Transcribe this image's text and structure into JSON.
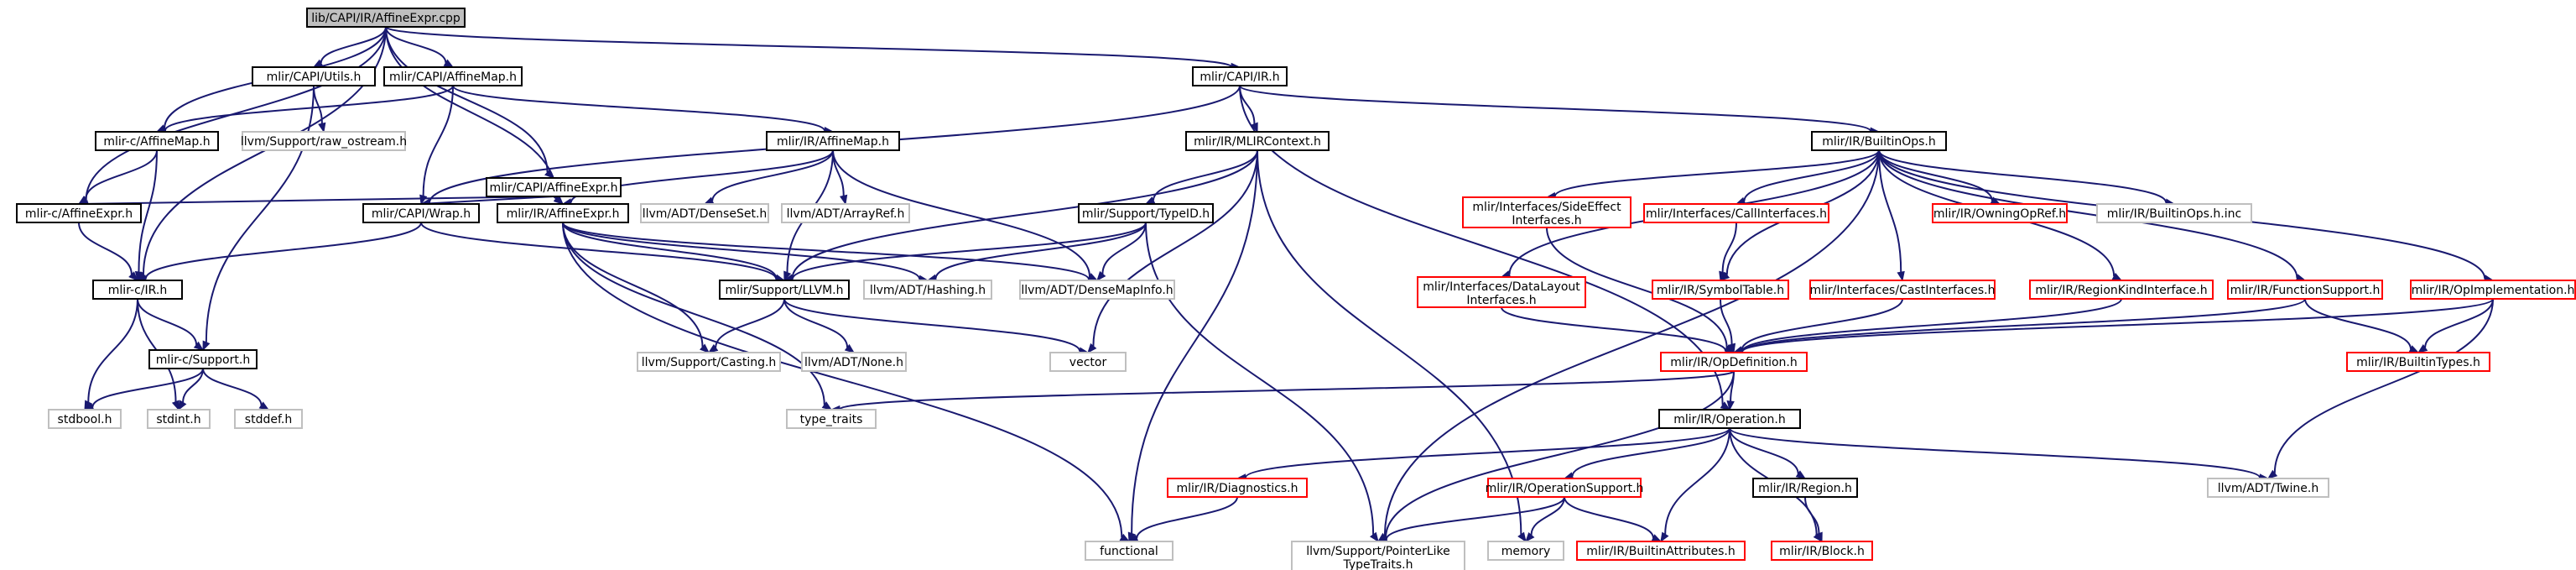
{
  "graph": {
    "colors": {
      "edge": "#191970",
      "root_fill": "#bfbfbf",
      "documented_border": "#000000",
      "red_border": "#ff0000",
      "external_border": "#bfbfbf"
    },
    "nodes": [
      {
        "id": "affineexpr_cpp",
        "label": [
          "lib/CAPI/IR/AffineExpr.cpp"
        ],
        "kind": "root"
      },
      {
        "id": "capi_utils",
        "label": [
          "mlir/CAPI/Utils.h"
        ],
        "kind": "black"
      },
      {
        "id": "capi_affinemap",
        "label": [
          "mlir/CAPI/AffineMap.h"
        ],
        "kind": "black"
      },
      {
        "id": "capi_ir",
        "label": [
          "mlir/CAPI/IR.h"
        ],
        "kind": "black"
      },
      {
        "id": "mlirc_affinemap",
        "label": [
          "mlir-c/AffineMap.h"
        ],
        "kind": "black"
      },
      {
        "id": "raw_ostream",
        "label": [
          "llvm/Support/raw_ostream.h"
        ],
        "kind": "grey"
      },
      {
        "id": "ir_affinemap",
        "label": [
          "mlir/IR/AffineMap.h"
        ],
        "kind": "black"
      },
      {
        "id": "ir_mlircontext",
        "label": [
          "mlir/IR/MLIRContext.h"
        ],
        "kind": "black"
      },
      {
        "id": "ir_builtinops",
        "label": [
          "mlir/IR/BuiltinOps.h"
        ],
        "kind": "black"
      },
      {
        "id": "capi_affineexpr",
        "label": [
          "mlir/CAPI/AffineExpr.h"
        ],
        "kind": "black"
      },
      {
        "id": "mlirc_affineexpr",
        "label": [
          "mlir-c/AffineExpr.h"
        ],
        "kind": "black"
      },
      {
        "id": "capi_wrap",
        "label": [
          "mlir/CAPI/Wrap.h"
        ],
        "kind": "black"
      },
      {
        "id": "ir_affineexpr",
        "label": [
          "mlir/IR/AffineExpr.h"
        ],
        "kind": "black"
      },
      {
        "id": "denseset",
        "label": [
          "llvm/ADT/DenseSet.h"
        ],
        "kind": "grey"
      },
      {
        "id": "arrayref",
        "label": [
          "llvm/ADT/ArrayRef.h"
        ],
        "kind": "grey"
      },
      {
        "id": "typeid",
        "label": [
          "mlir/Support/TypeID.h"
        ],
        "kind": "black"
      },
      {
        "id": "sideeffect",
        "label": [
          "mlir/Interfaces/SideEffect",
          "Interfaces.h"
        ],
        "kind": "red"
      },
      {
        "id": "callinterfaces",
        "label": [
          "mlir/Interfaces/CallInterfaces.h"
        ],
        "kind": "red"
      },
      {
        "id": "owningopref",
        "label": [
          "mlir/IR/OwningOpRef.h"
        ],
        "kind": "red"
      },
      {
        "id": "builtinops_inc",
        "label": [
          "mlir/IR/BuiltinOps.h.inc"
        ],
        "kind": "grey"
      },
      {
        "id": "mlirc_ir",
        "label": [
          "mlir-c/IR.h"
        ],
        "kind": "black"
      },
      {
        "id": "support_llvm",
        "label": [
          "mlir/Support/LLVM.h"
        ],
        "kind": "black"
      },
      {
        "id": "hashing",
        "label": [
          "llvm/ADT/Hashing.h"
        ],
        "kind": "grey"
      },
      {
        "id": "densemapinfo",
        "label": [
          "llvm/ADT/DenseMapInfo.h"
        ],
        "kind": "grey"
      },
      {
        "id": "datalayout",
        "label": [
          "mlir/Interfaces/DataLayout",
          "Interfaces.h"
        ],
        "kind": "red"
      },
      {
        "id": "symboltable",
        "label": [
          "mlir/IR/SymbolTable.h"
        ],
        "kind": "red"
      },
      {
        "id": "castinterfaces",
        "label": [
          "mlir/Interfaces/CastInterfaces.h"
        ],
        "kind": "red"
      },
      {
        "id": "regionkind",
        "label": [
          "mlir/IR/RegionKindInterface.h"
        ],
        "kind": "red"
      },
      {
        "id": "functionsupport",
        "label": [
          "mlir/IR/FunctionSupport.h"
        ],
        "kind": "red"
      },
      {
        "id": "opimplementation",
        "label": [
          "mlir/IR/OpImplementation.h"
        ],
        "kind": "red"
      },
      {
        "id": "mlirc_support",
        "label": [
          "mlir-c/Support.h"
        ],
        "kind": "black"
      },
      {
        "id": "casting",
        "label": [
          "llvm/Support/Casting.h"
        ],
        "kind": "grey"
      },
      {
        "id": "none",
        "label": [
          "llvm/ADT/None.h"
        ],
        "kind": "grey"
      },
      {
        "id": "vector",
        "label": [
          "vector"
        ],
        "kind": "grey"
      },
      {
        "id": "opdefinition",
        "label": [
          "mlir/IR/OpDefinition.h"
        ],
        "kind": "red"
      },
      {
        "id": "builtintypes",
        "label": [
          "mlir/IR/BuiltinTypes.h"
        ],
        "kind": "red"
      },
      {
        "id": "stdbool",
        "label": [
          "stdbool.h"
        ],
        "kind": "grey"
      },
      {
        "id": "stdint",
        "label": [
          "stdint.h"
        ],
        "kind": "grey"
      },
      {
        "id": "stddef",
        "label": [
          "stddef.h"
        ],
        "kind": "grey"
      },
      {
        "id": "type_traits",
        "label": [
          "type_traits"
        ],
        "kind": "grey"
      },
      {
        "id": "operation",
        "label": [
          "mlir/IR/Operation.h"
        ],
        "kind": "black"
      },
      {
        "id": "diagnostics",
        "label": [
          "mlir/IR/Diagnostics.h"
        ],
        "kind": "red"
      },
      {
        "id": "operationsupport",
        "label": [
          "mlir/IR/OperationSupport.h"
        ],
        "kind": "red"
      },
      {
        "id": "region",
        "label": [
          "mlir/IR/Region.h"
        ],
        "kind": "black"
      },
      {
        "id": "twine",
        "label": [
          "llvm/ADT/Twine.h"
        ],
        "kind": "grey"
      },
      {
        "id": "functional",
        "label": [
          "functional"
        ],
        "kind": "grey"
      },
      {
        "id": "pointerlike",
        "label": [
          "llvm/Support/PointerLike",
          "TypeTraits.h"
        ],
        "kind": "grey"
      },
      {
        "id": "memory",
        "label": [
          "memory"
        ],
        "kind": "grey"
      },
      {
        "id": "builtinattributes",
        "label": [
          "mlir/IR/BuiltinAttributes.h"
        ],
        "kind": "red"
      },
      {
        "id": "block",
        "label": [
          "mlir/IR/Block.h"
        ],
        "kind": "red"
      }
    ],
    "edges": [
      [
        "affineexpr_cpp",
        "capi_utils"
      ],
      [
        "affineexpr_cpp",
        "capi_affinemap"
      ],
      [
        "affineexpr_cpp",
        "capi_ir"
      ],
      [
        "affineexpr_cpp",
        "mlirc_affinemap"
      ],
      [
        "affineexpr_cpp",
        "capi_affineexpr"
      ],
      [
        "affineexpr_cpp",
        "mlirc_affineexpr"
      ],
      [
        "affineexpr_cpp",
        "ir_affineexpr"
      ],
      [
        "affineexpr_cpp",
        "mlirc_ir"
      ],
      [
        "capi_utils",
        "raw_ostream"
      ],
      [
        "capi_utils",
        "mlirc_support"
      ],
      [
        "capi_affinemap",
        "mlirc_affinemap"
      ],
      [
        "capi_affinemap",
        "ir_affinemap"
      ],
      [
        "capi_affinemap",
        "capi_wrap"
      ],
      [
        "capi_ir",
        "ir_mlircontext"
      ],
      [
        "capi_ir",
        "ir_builtinops"
      ],
      [
        "capi_ir",
        "capi_wrap"
      ],
      [
        "capi_ir",
        "operation"
      ],
      [
        "mlirc_affinemap",
        "mlirc_affineexpr"
      ],
      [
        "mlirc_affinemap",
        "mlirc_ir"
      ],
      [
        "ir_affinemap",
        "ir_affineexpr"
      ],
      [
        "ir_affinemap",
        "denseset"
      ],
      [
        "ir_affinemap",
        "arrayref"
      ],
      [
        "ir_affinemap",
        "densemapinfo"
      ],
      [
        "ir_affinemap",
        "support_llvm"
      ],
      [
        "ir_mlircontext",
        "typeid"
      ],
      [
        "ir_mlircontext",
        "support_llvm"
      ],
      [
        "ir_mlircontext",
        "vector"
      ],
      [
        "ir_mlircontext",
        "functional"
      ],
      [
        "ir_mlircontext",
        "memory"
      ],
      [
        "ir_builtinops",
        "sideeffect"
      ],
      [
        "ir_builtinops",
        "callinterfaces"
      ],
      [
        "ir_builtinops",
        "owningopref"
      ],
      [
        "ir_builtinops",
        "builtinops_inc"
      ],
      [
        "ir_builtinops",
        "datalayout"
      ],
      [
        "ir_builtinops",
        "symboltable"
      ],
      [
        "ir_builtinops",
        "castinterfaces"
      ],
      [
        "ir_builtinops",
        "regionkind"
      ],
      [
        "ir_builtinops",
        "functionsupport"
      ],
      [
        "ir_builtinops",
        "opimplementation"
      ],
      [
        "ir_builtinops",
        "pointerlike"
      ],
      [
        "capi_affineexpr",
        "mlirc_affineexpr"
      ],
      [
        "capi_affineexpr",
        "capi_wrap"
      ],
      [
        "capi_affineexpr",
        "ir_affineexpr"
      ],
      [
        "mlirc_affineexpr",
        "mlirc_ir"
      ],
      [
        "capi_wrap",
        "mlirc_ir"
      ],
      [
        "capi_wrap",
        "support_llvm"
      ],
      [
        "ir_affineexpr",
        "support_llvm"
      ],
      [
        "ir_affineexpr",
        "hashing"
      ],
      [
        "ir_affineexpr",
        "densemapinfo"
      ],
      [
        "ir_affineexpr",
        "casting"
      ],
      [
        "ir_affineexpr",
        "type_traits"
      ],
      [
        "ir_affineexpr",
        "functional"
      ],
      [
        "typeid",
        "support_llvm"
      ],
      [
        "typeid",
        "hashing"
      ],
      [
        "typeid",
        "densemapinfo"
      ],
      [
        "typeid",
        "pointerlike"
      ],
      [
        "sideeffect",
        "opdefinition"
      ],
      [
        "callinterfaces",
        "symboltable"
      ],
      [
        "mlirc_ir",
        "mlirc_support"
      ],
      [
        "mlirc_ir",
        "stdbool"
      ],
      [
        "mlirc_ir",
        "stdint"
      ],
      [
        "support_llvm",
        "casting"
      ],
      [
        "support_llvm",
        "none"
      ],
      [
        "support_llvm",
        "vector"
      ],
      [
        "datalayout",
        "opdefinition"
      ],
      [
        "symboltable",
        "opdefinition"
      ],
      [
        "castinterfaces",
        "opdefinition"
      ],
      [
        "regionkind",
        "opdefinition"
      ],
      [
        "functionsupport",
        "opdefinition"
      ],
      [
        "functionsupport",
        "builtintypes"
      ],
      [
        "opimplementation",
        "opdefinition"
      ],
      [
        "opimplementation",
        "builtintypes"
      ],
      [
        "opimplementation",
        "twine"
      ],
      [
        "mlirc_support",
        "stdbool"
      ],
      [
        "mlirc_support",
        "stdint"
      ],
      [
        "mlirc_support",
        "stddef"
      ],
      [
        "opdefinition",
        "type_traits"
      ],
      [
        "opdefinition",
        "operation"
      ],
      [
        "opdefinition",
        "pointerlike"
      ],
      [
        "operation",
        "diagnostics"
      ],
      [
        "operation",
        "operationsupport"
      ],
      [
        "operation",
        "region"
      ],
      [
        "operation",
        "twine"
      ],
      [
        "operation",
        "builtinattributes"
      ],
      [
        "operation",
        "block"
      ],
      [
        "diagnostics",
        "functional"
      ],
      [
        "operationsupport",
        "pointerlike"
      ],
      [
        "operationsupport",
        "memory"
      ],
      [
        "operationsupport",
        "builtinattributes"
      ],
      [
        "region",
        "block"
      ]
    ]
  }
}
